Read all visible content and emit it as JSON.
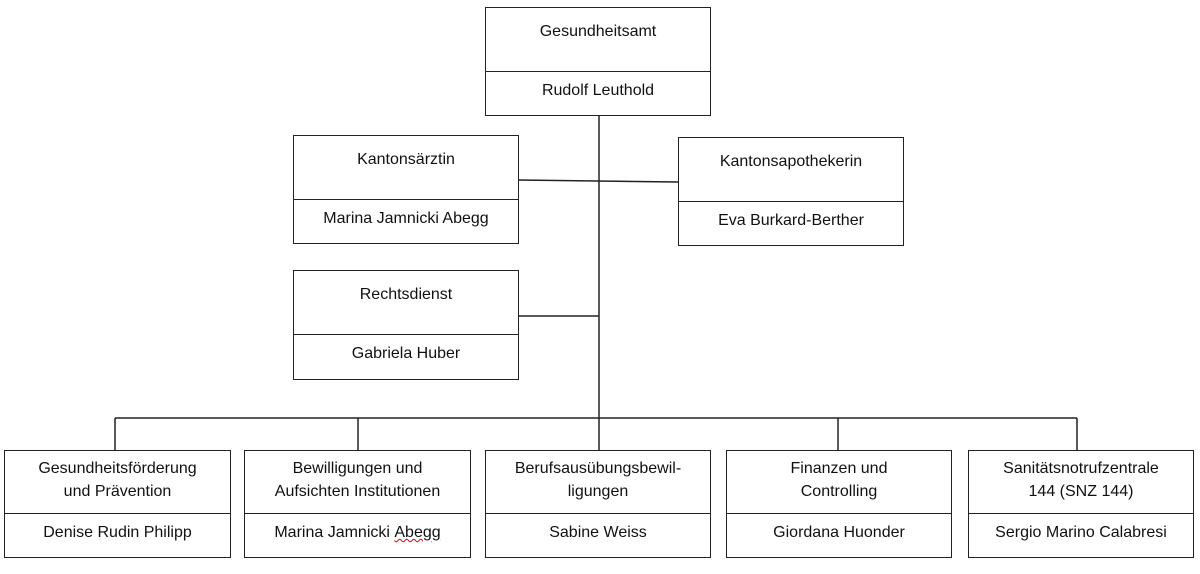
{
  "head": {
    "title": "Gesundheitsamt",
    "name": "Rudolf Leuthold"
  },
  "staff": [
    {
      "title": "Kantonsärztin",
      "name": "Marina Jamnicki Abegg"
    },
    {
      "title": "Kantonsapothekerin",
      "name": "Eva Burkard-Berther"
    },
    {
      "title": "Rechtsdienst",
      "name": "Gabriela Huber"
    }
  ],
  "departments": [
    {
      "title_line1": "Gesundheitsförderung",
      "title_line2": "und Prävention",
      "name": "Denise Rudin Philipp"
    },
    {
      "title_line1": "Bewilligungen und",
      "title_line2": "Aufsichten Institutionen",
      "name_first": "Marina Jamnicki ",
      "name_flagged": "Abegg"
    },
    {
      "title_line1": "Berufsausübungsbewil-",
      "title_line2": "ligungen",
      "name": "Sabine Weiss"
    },
    {
      "title_line1": "Finanzen und",
      "title_line2": "Controlling",
      "name": "Giordana Huonder"
    },
    {
      "title_line1": "Sanitätsnotrufzentrale",
      "title_line2": "144 (SNZ 144)",
      "name": "Sergio Marino Calabresi"
    }
  ]
}
